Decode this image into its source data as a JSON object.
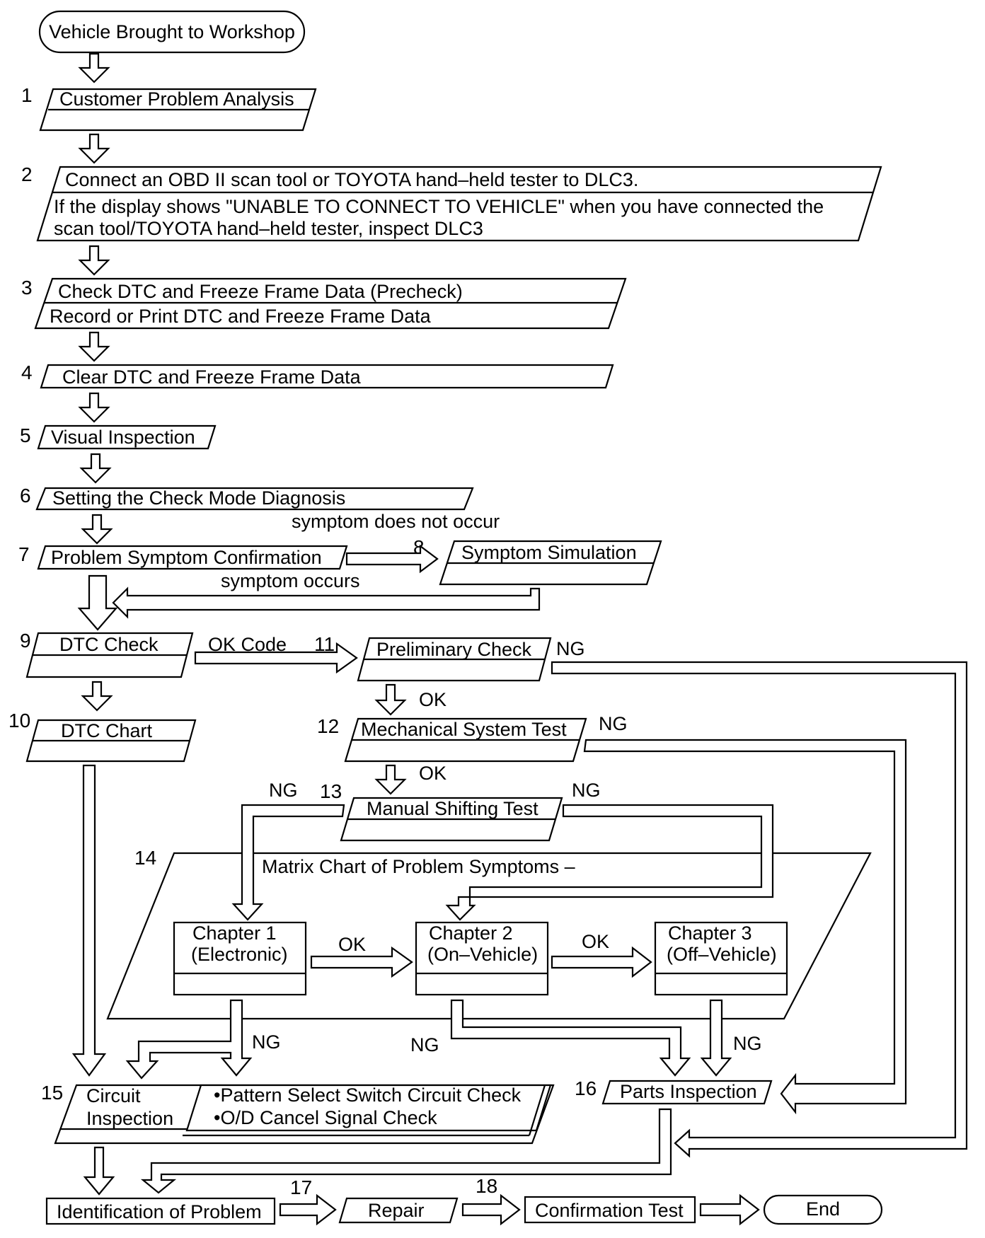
{
  "start": "Vehicle Brought to Workshop",
  "end": "End",
  "steps": {
    "s1": {
      "num": "1",
      "line1": "Customer Problem Analysis"
    },
    "s2": {
      "num": "2",
      "line1": "Connect an OBD II scan tool or TOYOTA hand–held tester to DLC3.",
      "line2": "If the display shows \"UNABLE TO CONNECT TO VEHICLE\" when you have connected the",
      "line3": "scan tool/TOYOTA hand–held tester, inspect DLC3"
    },
    "s3": {
      "num": "3",
      "line1": "Check DTC and Freeze Frame Data (Precheck)",
      "line2": "Record or Print DTC and  Freeze Frame Data"
    },
    "s4": {
      "num": "4",
      "line1": "Clear DTC and Freeze Frame Data"
    },
    "s5": {
      "num": "5",
      "line1": "Visual Inspection"
    },
    "s6": {
      "num": "6",
      "line1": "Setting the Check Mode Diagnosis"
    },
    "s7": {
      "num": "7",
      "line1": "Problem Symptom Confirmation"
    },
    "s8": {
      "num": "8",
      "line1": "Symptom Simulation"
    },
    "s9": {
      "num": "9",
      "line1": "DTC Check"
    },
    "s10": {
      "num": "10",
      "line1": "DTC Chart"
    },
    "s11": {
      "num": "11",
      "line1": "Preliminary Check"
    },
    "s12": {
      "num": "12",
      "line1": "Mechanical System Test"
    },
    "s13": {
      "num": "13",
      "line1": "Manual Shifting Test"
    },
    "s14": {
      "num": "14",
      "line1": "Matrix Chart of Problem Symptoms –"
    },
    "s15": {
      "num": "15",
      "line1": "Circuit",
      "line2": "Inspection"
    },
    "s15b": {
      "line1": "•Pattern Select Switch Circuit Check",
      "line2": "•O/D Cancel Signal Check"
    },
    "s16": {
      "num": "16",
      "line1": "Parts Inspection"
    },
    "s17": {
      "num": "17",
      "line1": "Repair"
    },
    "s18": {
      "num": "18",
      "line1": "Confirmation Test"
    },
    "identify": {
      "line1": "Identification of Problem"
    }
  },
  "chapters": {
    "c1": {
      "line1": "Chapter 1",
      "line2": "(Electronic)"
    },
    "c2": {
      "line1": "Chapter 2",
      "line2": "(On–Vehicle)"
    },
    "c3": {
      "line1": "Chapter 3",
      "line2": "(Off–Vehicle)"
    }
  },
  "labels": {
    "symptom_not_occur": "symptom does not occur",
    "symptom_occurs": "symptom occurs",
    "ok_code": "OK Code",
    "ok": "OK",
    "ng": "NG"
  }
}
